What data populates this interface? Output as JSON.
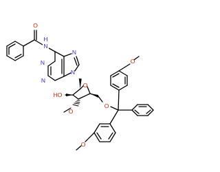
{
  "colors": {
    "carbon": "#000000",
    "nitrogen": "#3333cc",
    "oxygen": "#cc2200"
  },
  "atoms": {
    "amide_o": "O",
    "amide_nh": "N",
    "amide_h": "H",
    "n7": "N",
    "n1": "N",
    "n3": "N",
    "n9": "N",
    "ho_2": "HO",
    "o_ring": "O",
    "o_methoxy": "O",
    "o_trityl": "O",
    "o_ome_top": "O",
    "o_ome_bottom": "O"
  }
}
